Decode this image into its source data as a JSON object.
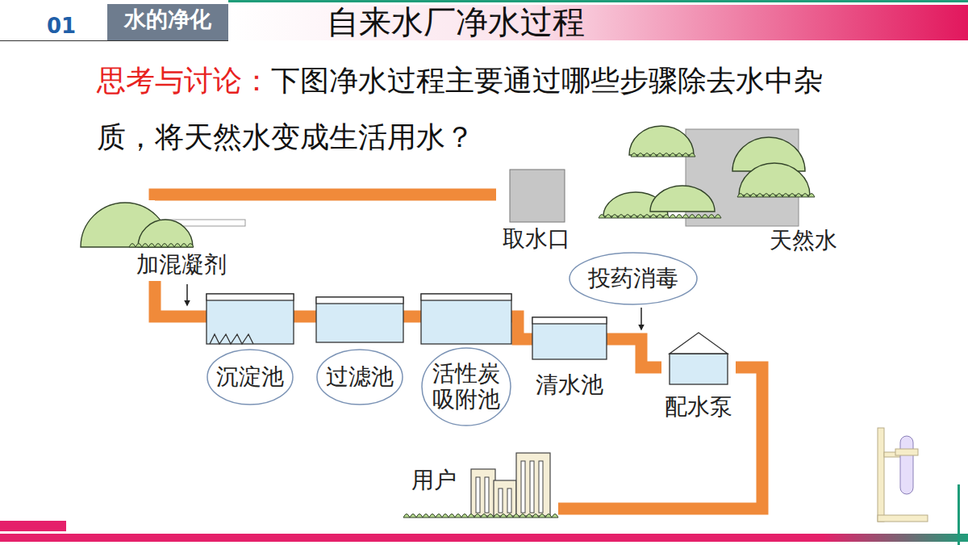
{
  "diagram": {
    "title": "自来水厂净水过程",
    "nodes": [
      {
        "text": [
          "天然水"
        ]
      },
      {
        "text": [
          "取水口"
        ]
      },
      {
        "text": [
          "加混凝剂"
        ]
      },
      {
        "text": [
          "沉淀池"
        ]
      },
      {
        "text": [
          "过滤池"
        ]
      },
      {
        "text": [
          "活性炭吸附池"
        ]
      },
      {
        "text": [
          "投药消毒"
        ]
      },
      {
        "text": [
          "清水池"
        ]
      },
      {
        "text": [
          "配水泵"
        ]
      },
      {
        "text": [
          "用户"
        ]
      }
    ],
    "edges": [
      {
        "from": 1,
        "to": 2,
        "arrow": "none"
      },
      {
        "from": 2,
        "to": 3,
        "arrow": "none"
      },
      {
        "from": 3,
        "to": 4,
        "arrow": "none"
      },
      {
        "from": 4,
        "to": 5,
        "arrow": "none"
      },
      {
        "from": 5,
        "to": 7,
        "arrow": "none"
      },
      {
        "from": 7,
        "to": 8,
        "arrow": "none"
      },
      {
        "from": 8,
        "to": 9,
        "arrow": "none"
      }
    ],
    "labels": [
      "01",
      "水的净化",
      "思考与讨论：",
      "下图净水过程主要通过哪些步骤除去水中杂质，将天然水变成生活用水？"
    ]
  }
}
